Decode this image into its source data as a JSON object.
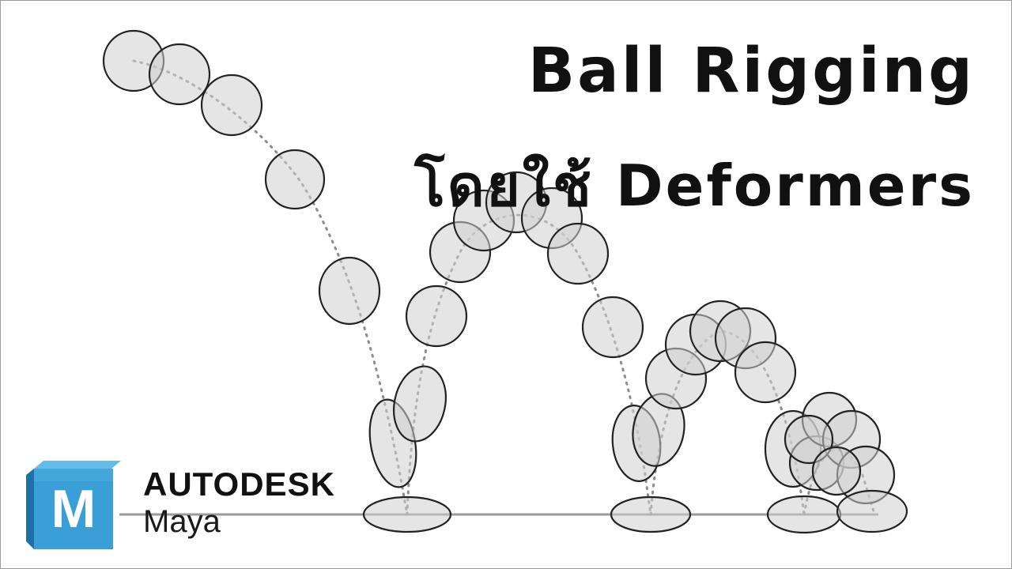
{
  "title": {
    "line1": "Ball Rigging",
    "line2": "โดยใช้ Deformers"
  },
  "logo": {
    "icon_letter": "M",
    "brand": "AUTODESK",
    "product": "Maya",
    "icon_colors": {
      "front": "#3a9fd6",
      "side": "#1f6fa8",
      "top": "#64bde8"
    }
  },
  "illustration": {
    "ball_fill": "#cfcfcf",
    "ball_stroke": "#222222",
    "path_color": "#8c8c8c",
    "ground_color": "#9a9a9a"
  }
}
